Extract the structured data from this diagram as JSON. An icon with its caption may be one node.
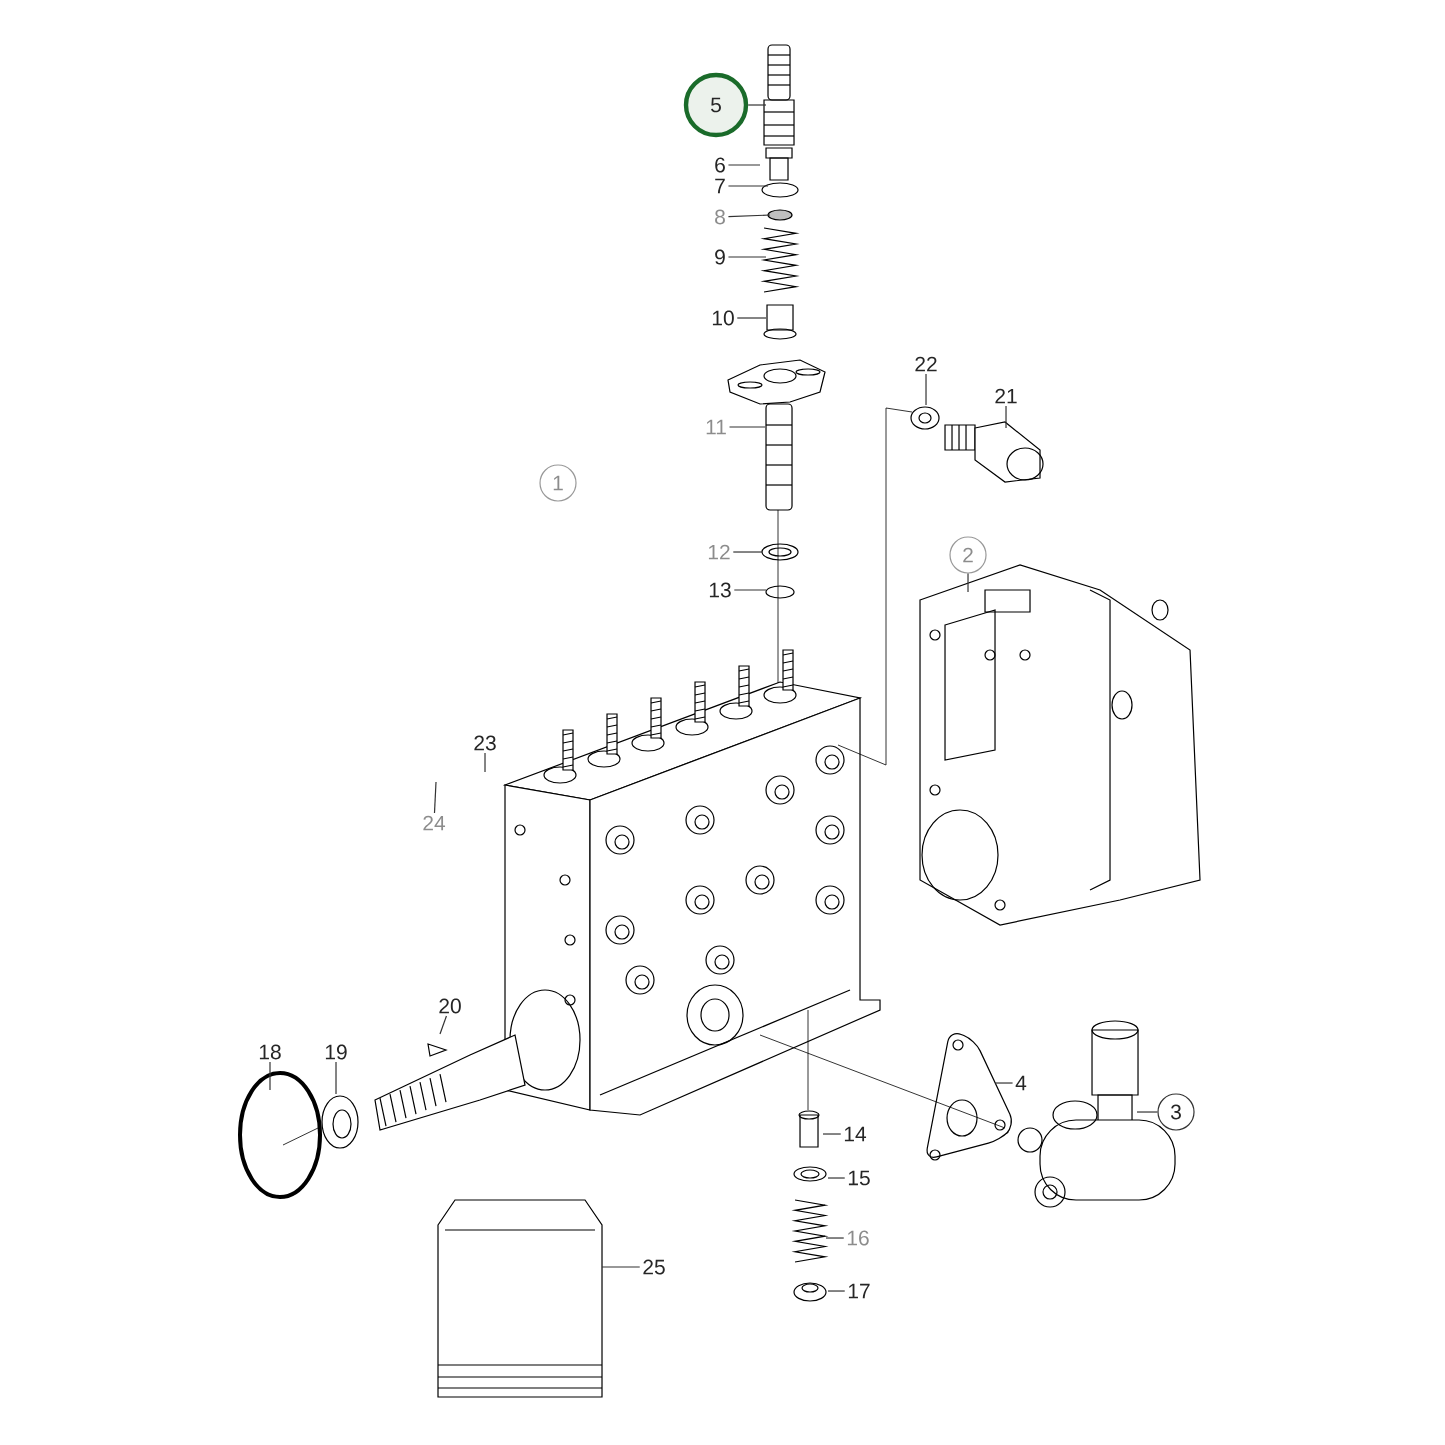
{
  "diagram": {
    "nodes": [
      {
        "text": [
          "5"
        ]
      },
      {
        "text": [
          "6"
        ]
      },
      {
        "text": [
          "7"
        ]
      },
      {
        "text": [
          "8"
        ]
      },
      {
        "text": [
          "9"
        ]
      },
      {
        "text": [
          "10"
        ]
      },
      {
        "text": [
          "22"
        ]
      },
      {
        "text": [
          "21"
        ]
      },
      {
        "text": [
          "11"
        ]
      },
      {
        "text": [
          "1"
        ]
      },
      {
        "text": [
          "2"
        ]
      },
      {
        "text": [
          "12"
        ]
      },
      {
        "text": [
          "13"
        ]
      },
      {
        "text": [
          "23"
        ]
      },
      {
        "text": [
          "24"
        ]
      },
      {
        "text": [
          "20"
        ]
      },
      {
        "text": [
          "4"
        ]
      },
      {
        "text": [
          "18"
        ]
      },
      {
        "text": [
          "19"
        ]
      },
      {
        "text": [
          "3"
        ]
      },
      {
        "text": [
          "14"
        ]
      },
      {
        "text": [
          "15"
        ]
      },
      {
        "text": [
          "16"
        ]
      },
      {
        "text": [
          "25"
        ]
      },
      {
        "text": [
          "17"
        ]
      }
    ],
    "edges": [
      {
        "from": 0,
        "to": null,
        "arrow": "none"
      },
      {
        "from": 1,
        "to": null,
        "arrow": "none"
      },
      {
        "from": 2,
        "to": null,
        "arrow": "none"
      },
      {
        "from": 3,
        "to": null,
        "arrow": "none"
      },
      {
        "from": 4,
        "to": null,
        "arrow": "none"
      },
      {
        "from": 5,
        "to": null,
        "arrow": "none"
      },
      {
        "from": 6,
        "to": null,
        "arrow": "none"
      },
      {
        "from": 7,
        "to": null,
        "arrow": "none"
      },
      {
        "from": 8,
        "to": null,
        "arrow": "none"
      },
      {
        "from": 10,
        "to": null,
        "arrow": "none"
      },
      {
        "from": 11,
        "to": null,
        "arrow": "none"
      },
      {
        "from": 12,
        "to": null,
        "arrow": "none"
      },
      {
        "from": 13,
        "to": null,
        "arrow": "none"
      },
      {
        "from": 14,
        "to": null,
        "arrow": "none"
      },
      {
        "from": 15,
        "to": null,
        "arrow": "none"
      },
      {
        "from": 16,
        "to": null,
        "arrow": "none"
      },
      {
        "from": 17,
        "to": null,
        "arrow": "none"
      },
      {
        "from": 18,
        "to": null,
        "arrow": "none"
      },
      {
        "from": 19,
        "to": null,
        "arrow": "none"
      },
      {
        "from": 20,
        "to": null,
        "arrow": "none"
      },
      {
        "from": 21,
        "to": null,
        "arrow": "none"
      },
      {
        "from": 22,
        "to": null,
        "arrow": "none"
      },
      {
        "from": 23,
        "to": null,
        "arrow": "none"
      },
      {
        "from": 24,
        "to": null,
        "arrow": "none"
      }
    ]
  }
}
